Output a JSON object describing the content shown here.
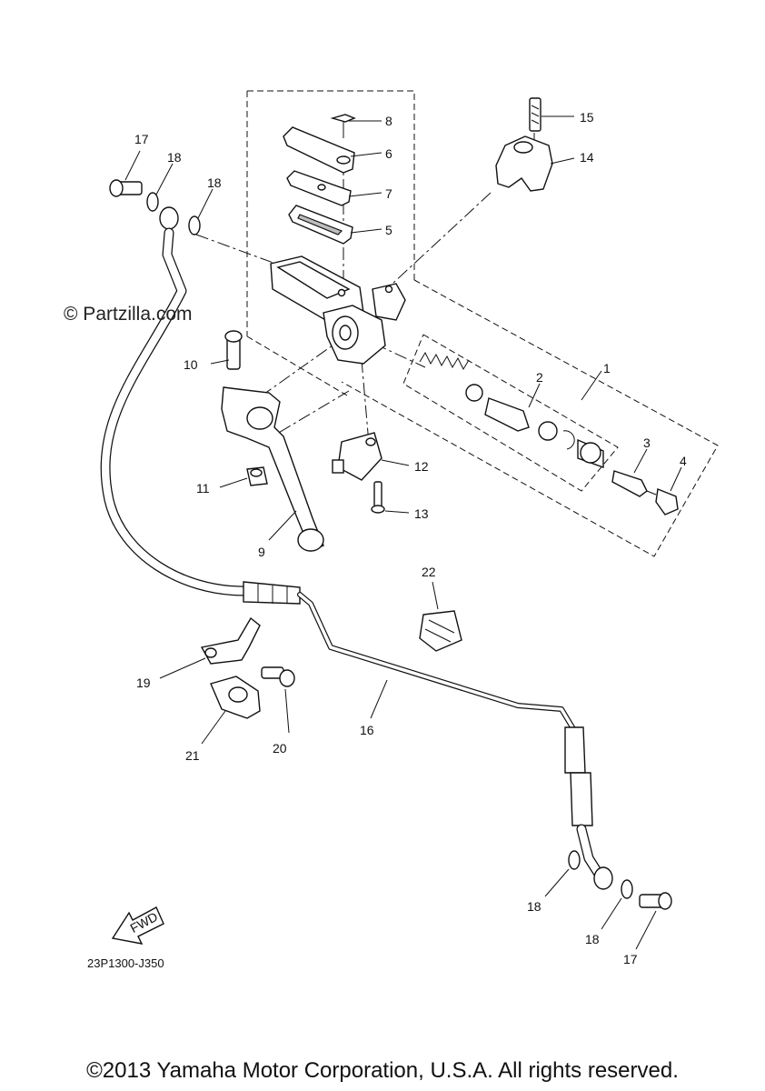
{
  "watermark": "© Partzilla.com",
  "diagram_code": "23P1300-J350",
  "copyright": "©2013 Yamaha Motor Corporation, U.S.A. All rights reserved.",
  "fwd_label": "FWD",
  "callouts": {
    "p1": "1",
    "p2": "2",
    "p3": "3",
    "p4": "4",
    "p5": "5",
    "p6": "6",
    "p7": "7",
    "p8": "8",
    "p9": "9",
    "p10": "10",
    "p11": "11",
    "p12": "12",
    "p13": "13",
    "p14": "14",
    "p15": "15",
    "p16": "16",
    "p17a": "17",
    "p17b": "17",
    "p18a": "18",
    "p18b": "18",
    "p18c": "18",
    "p18d": "18",
    "p19": "19",
    "p20": "20",
    "p21": "21",
    "p22": "22"
  }
}
